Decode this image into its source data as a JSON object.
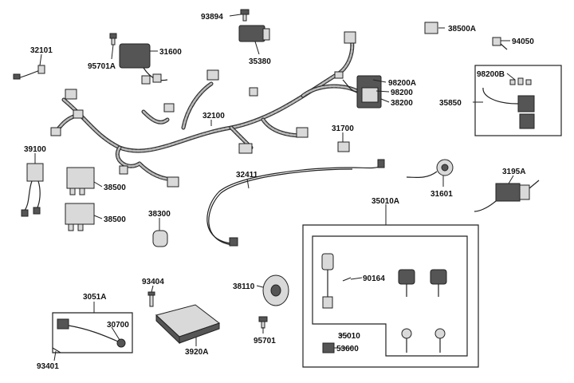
{
  "labels": {
    "p32101": "32101",
    "p95701A": "95701A",
    "p31600": "31600",
    "p93894": "93894",
    "p35380": "35380",
    "p38500A": "38500A",
    "p94050": "94050",
    "p98200A": "98200A",
    "p98200": "98200",
    "p38200": "38200",
    "p98200B": "98200B",
    "p35850": "35850",
    "p32100": "32100",
    "p31700": "31700",
    "p39100": "39100",
    "p38500a": "38500",
    "p38500b": "38500",
    "p32411": "32411",
    "p31601": "31601",
    "p3195A": "3195A",
    "p38300": "38300",
    "p35010A": "35010A",
    "p90164": "90164",
    "p93404": "93404",
    "p3051A": "3051A",
    "p30700": "30700",
    "p38110": "38110",
    "p95701": "95701",
    "p3920A": "3920A",
    "p35010": "35010",
    "p53600": "53600",
    "p93401": "93401"
  },
  "icons": [
    "wiring-harness-icon",
    "relay-icon",
    "regulator-icon",
    "horn-icon",
    "ignition-switch-icon",
    "key-icon",
    "ecu-icon",
    "bolt-icon",
    "connector-icon",
    "sensor-icon"
  ]
}
